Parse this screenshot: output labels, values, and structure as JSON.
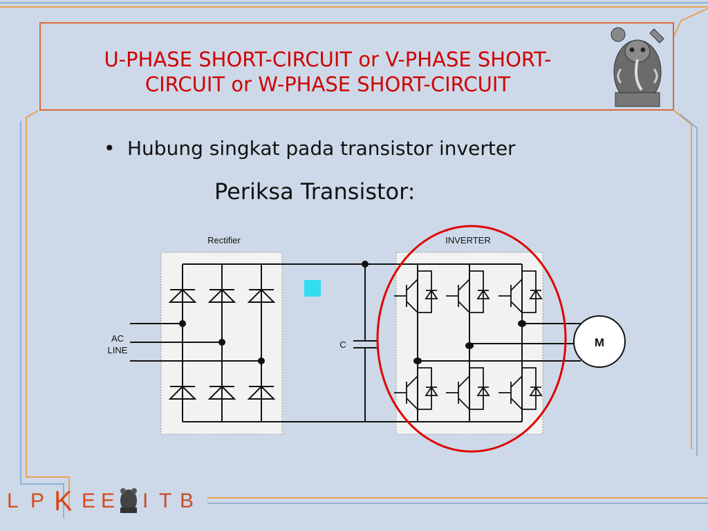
{
  "slide": {
    "title_line1": "U-PHASE SHORT-CIRCUIT or V-PHASE SHORT-",
    "title_line2": "CIRCUIT or W-PHASE SHORT-CIRCUIT",
    "bullet": "Hubung singkat pada transistor inverter",
    "subheading": "Periksa Transistor:"
  },
  "circuit": {
    "rectifier_label": "Rectifier",
    "inverter_label": "INVERTER",
    "ac_line_1": "AC",
    "ac_line_2": "LINE",
    "capacitor_label": "C",
    "motor_label": "M"
  },
  "footer": {
    "brand_letters": [
      "L",
      "P",
      "K",
      "E",
      "E",
      "I",
      "T",
      "B"
    ]
  },
  "colors": {
    "background": "#cdd9e8",
    "title_red": "#d00000",
    "frame_orange": "#d96a3a",
    "highlight_red": "#e00000",
    "marker_cyan": "#33ddf0"
  },
  "icons": {
    "top_logo": "itb-ganesha-logo-icon",
    "footer_logo": "itb-ganesha-logo-icon"
  }
}
